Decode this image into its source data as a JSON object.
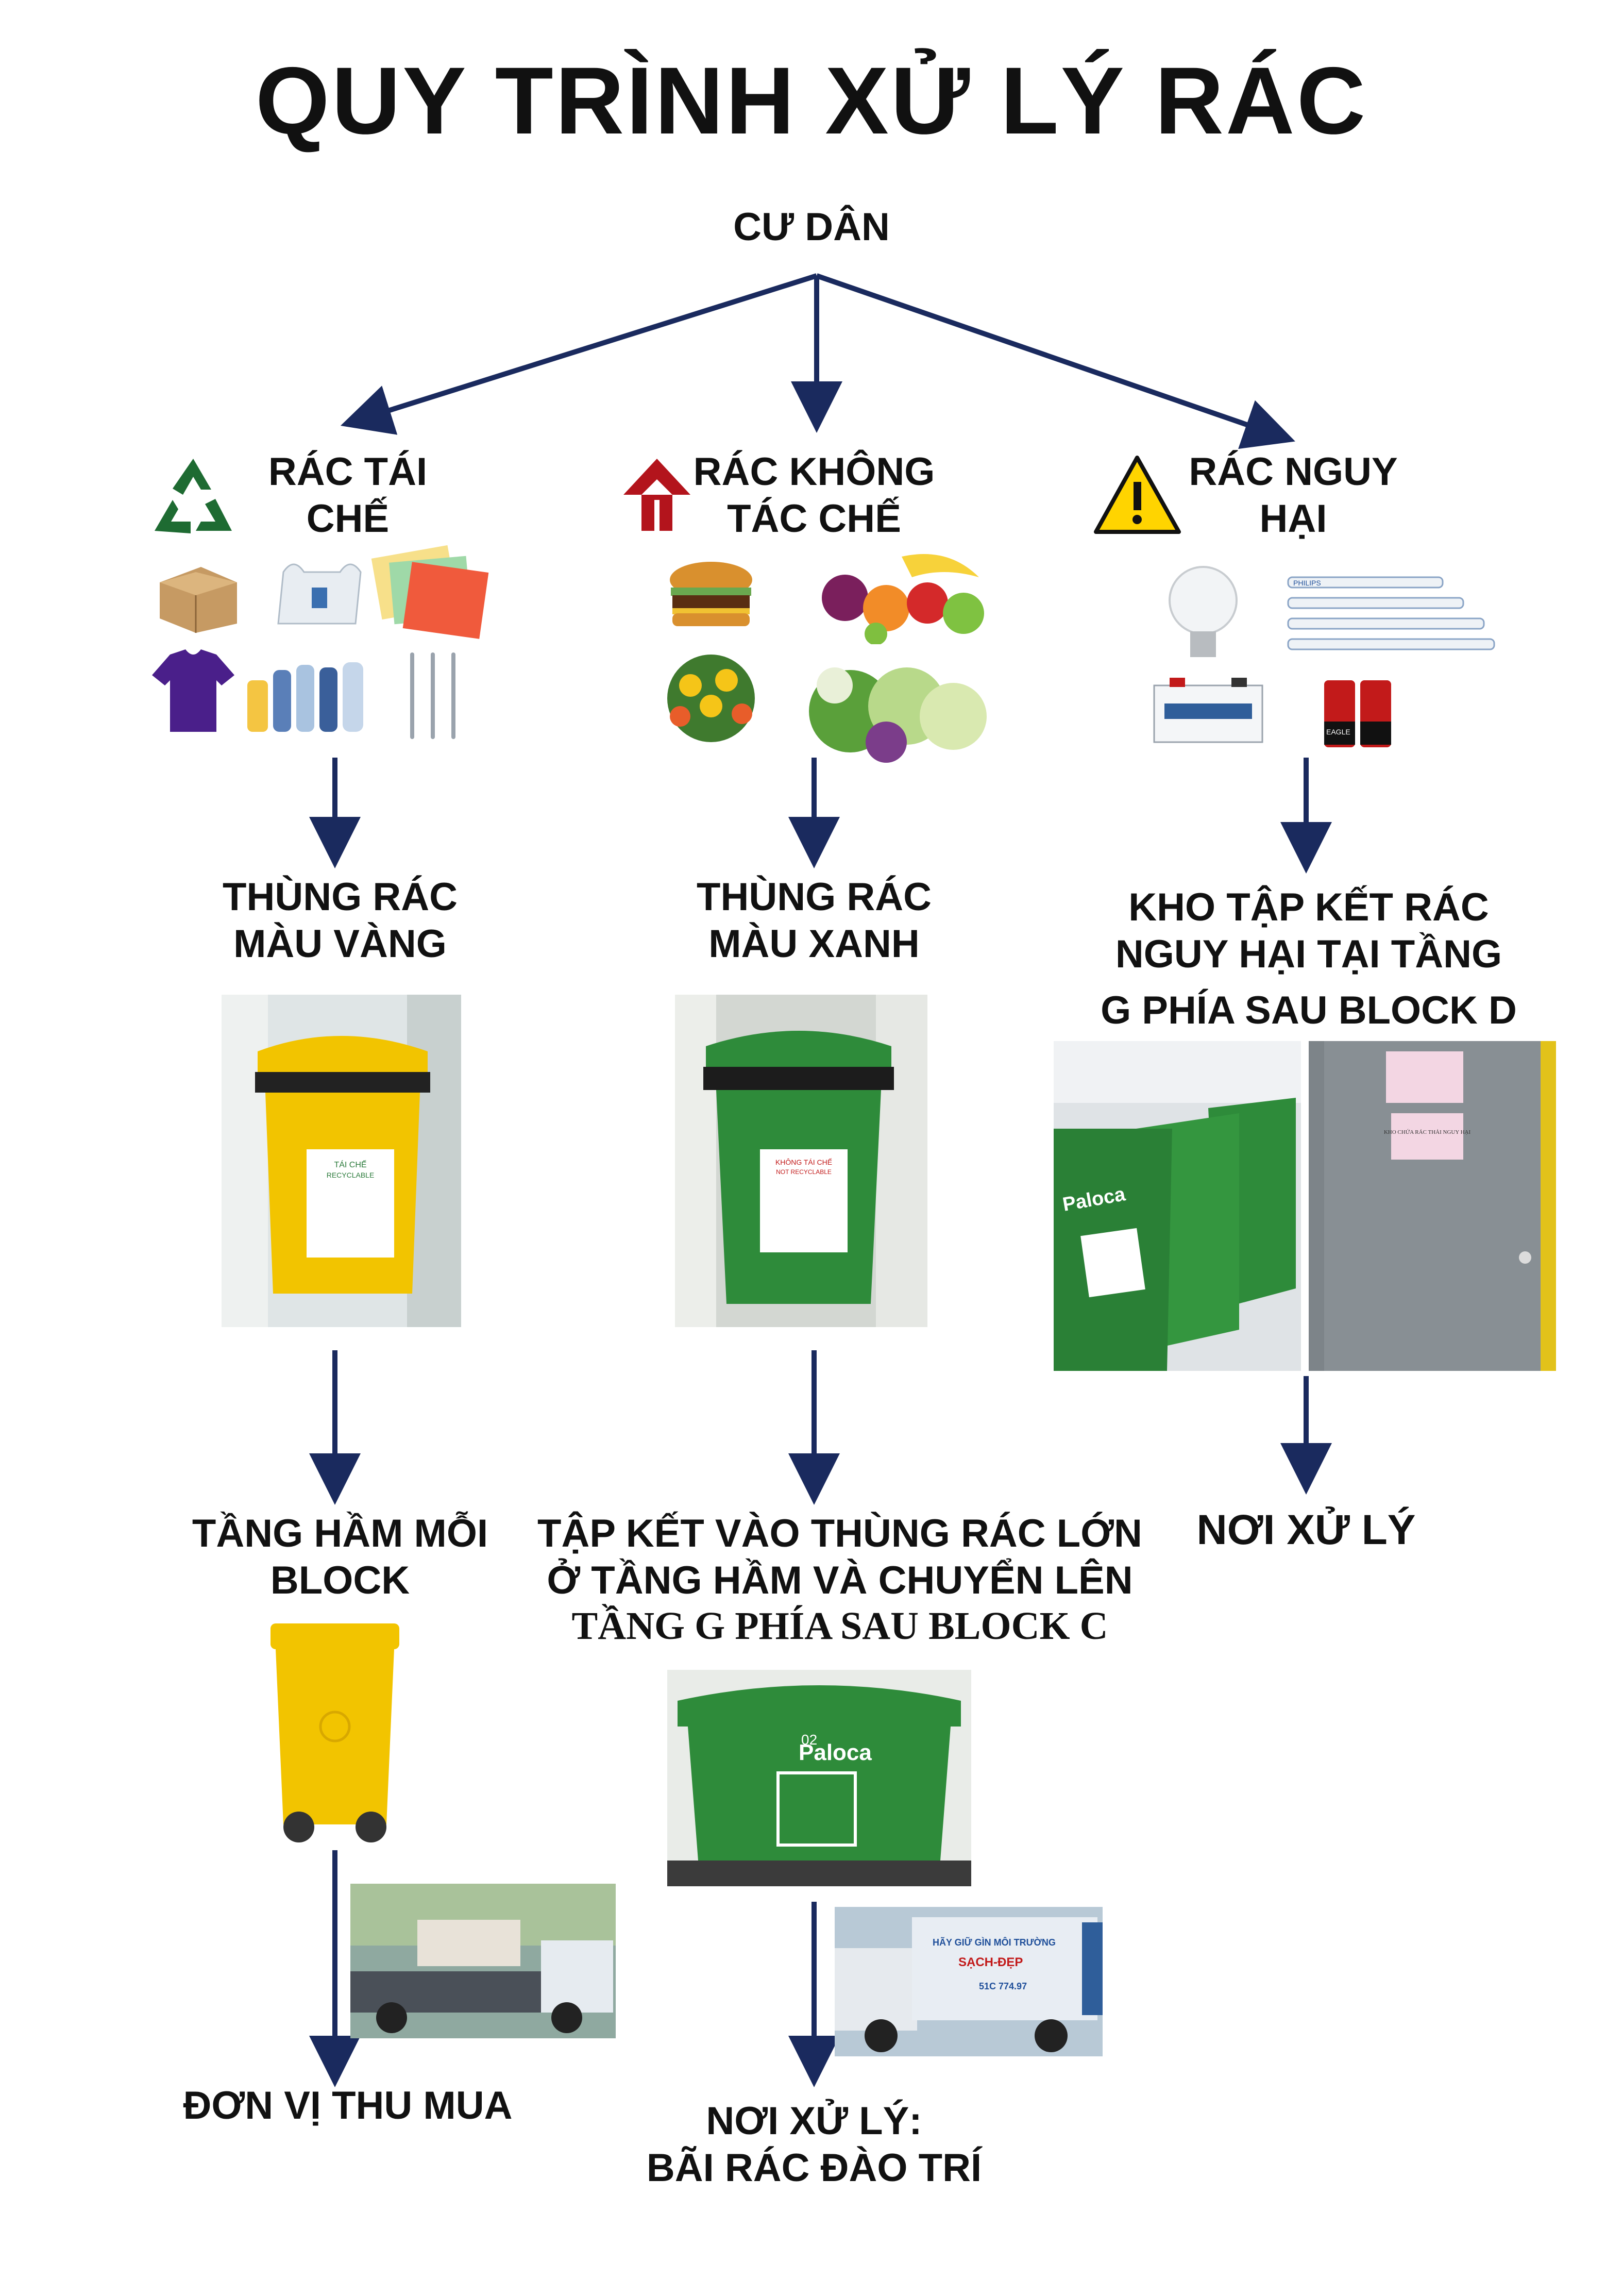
{
  "title": "QUY TRÌNH XỬ LÝ RÁC",
  "root": "CƯ DÂN",
  "columns": [
    {
      "category": "RÁC TÁI\nCHẾ",
      "category_icon": "recycle-icon",
      "container": "THÙNG RÁC\nMÀU VÀNG",
      "container_color": "#f2c400",
      "collection": "TẦNG HẦM MỖI\nBLOCK",
      "destination": "ĐƠN VỊ THU MUA"
    },
    {
      "category": "RÁC KHÔNG\nTÁC CHẾ",
      "category_icon": "no-recycle-icon",
      "container": "THÙNG RÁC\nMÀU XANH",
      "container_color": "#2e8b3a",
      "collection_line1": "TẬP KẾT VÀO THÙNG RÁC LỚN\nỞ TẦNG HẦM VÀ CHUYỂN LÊN",
      "collection_line2": "TẦNG G PHÍA SAU BLOCK C",
      "destination": "NƠI XỬ LÝ:\nBÃI RÁC ĐÀO TRÍ"
    },
    {
      "category": "RÁC NGUY\nHẠI",
      "category_icon": "hazard-warning-icon",
      "container_line1": "KHO TẬP KẾT RÁC\nNGUY HẠI TẠI TẦNG",
      "container_line2": "G PHÍA SAU BLOCK D",
      "destination": "NƠI XỬ LÝ"
    }
  ],
  "image_text": {
    "bin_brand": "Paloca",
    "big_bin_number": "02",
    "truck_slogan": "HÃY GIỮ GÌN MÔI TRƯỜNG",
    "truck_slogan2": "SẠCH-ĐẸP",
    "truck_plate": "51C 774.97",
    "bin_label_recycle": "TÁI CHẾ",
    "bin_label_recycle_en": "RECYCLABLE",
    "bin_label_nonrecycle": "KHÔNG TÁI CHẾ",
    "bin_label_nonrecycle_en": "NOT RECYCLABLE",
    "door_sign": "KHO CHỨA RÁC THẢI NGUY HẠI",
    "tube_brand": "PHILIPS",
    "battery_brand": "EAGLE"
  },
  "colors": {
    "arrow": "#1a2a5e",
    "recycle_green": "#1e6b32",
    "no_recycle_red": "#b3141c",
    "hazard_yellow": "#ffd400",
    "yellow_bin": "#f2c400",
    "green_bin": "#2e8b3a"
  }
}
